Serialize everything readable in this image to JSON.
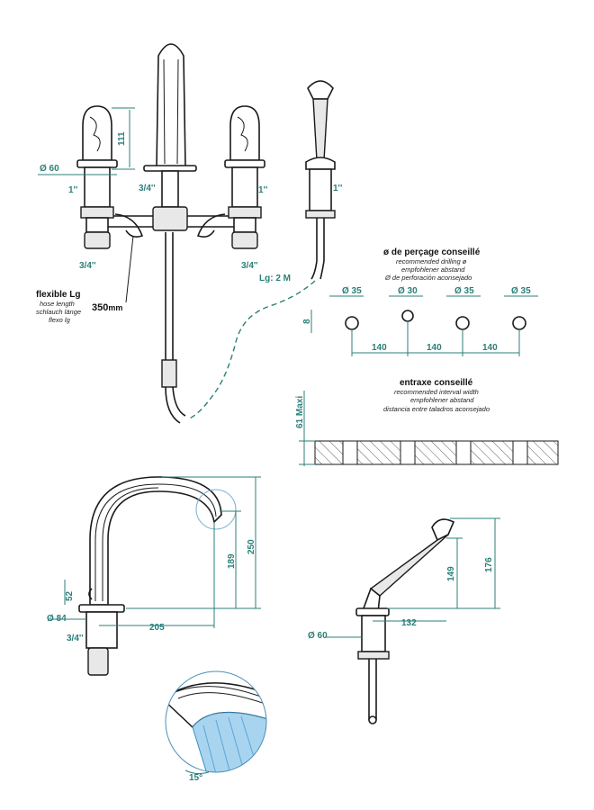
{
  "dims": {
    "d111": "111",
    "dia60_top": "Ø 60",
    "one_inch_left": "1''",
    "three_quarter_spout": "3/4''",
    "one_inch_right": "1''",
    "one_inch_shower": "1''",
    "three_quarter_left": "3/4''",
    "three_quarter_right": "3/4''",
    "lg2m": "Lg: 2 M",
    "mm350_num": "350",
    "mm350_unit": "mm",
    "dia35_a": "Ø 35",
    "dia30": "Ø 30",
    "dia35_b": "Ø 35",
    "dia35_c": "Ø 35",
    "d8": "8",
    "d140_a": "140",
    "d140_b": "140",
    "d140_c": "140",
    "d61maxi": "61 Maxi",
    "d52": "52",
    "d84": "Ø 84",
    "d205": "205",
    "d189": "189",
    "d250": "250",
    "d34_spout": "3/4''",
    "d176": "176",
    "d149": "149",
    "d132": "132",
    "d60_shower": "Ø 60",
    "d15deg": "15°"
  },
  "flex": {
    "title": "flexible Lg",
    "en": "hose length",
    "de": "schlauch länge",
    "es": "flexo lg"
  },
  "drill": {
    "title": "ø de perçage conseillé",
    "en": "recommended drilling ø",
    "de": "empfohlener abstand",
    "es": "Ø de perforación aconsejado"
  },
  "entraxe": {
    "title": "entraxe conseillé",
    "en": "recommended interval width",
    "de": "empfohlener abstand",
    "es": "distancia entre taladros aconsejado"
  }
}
